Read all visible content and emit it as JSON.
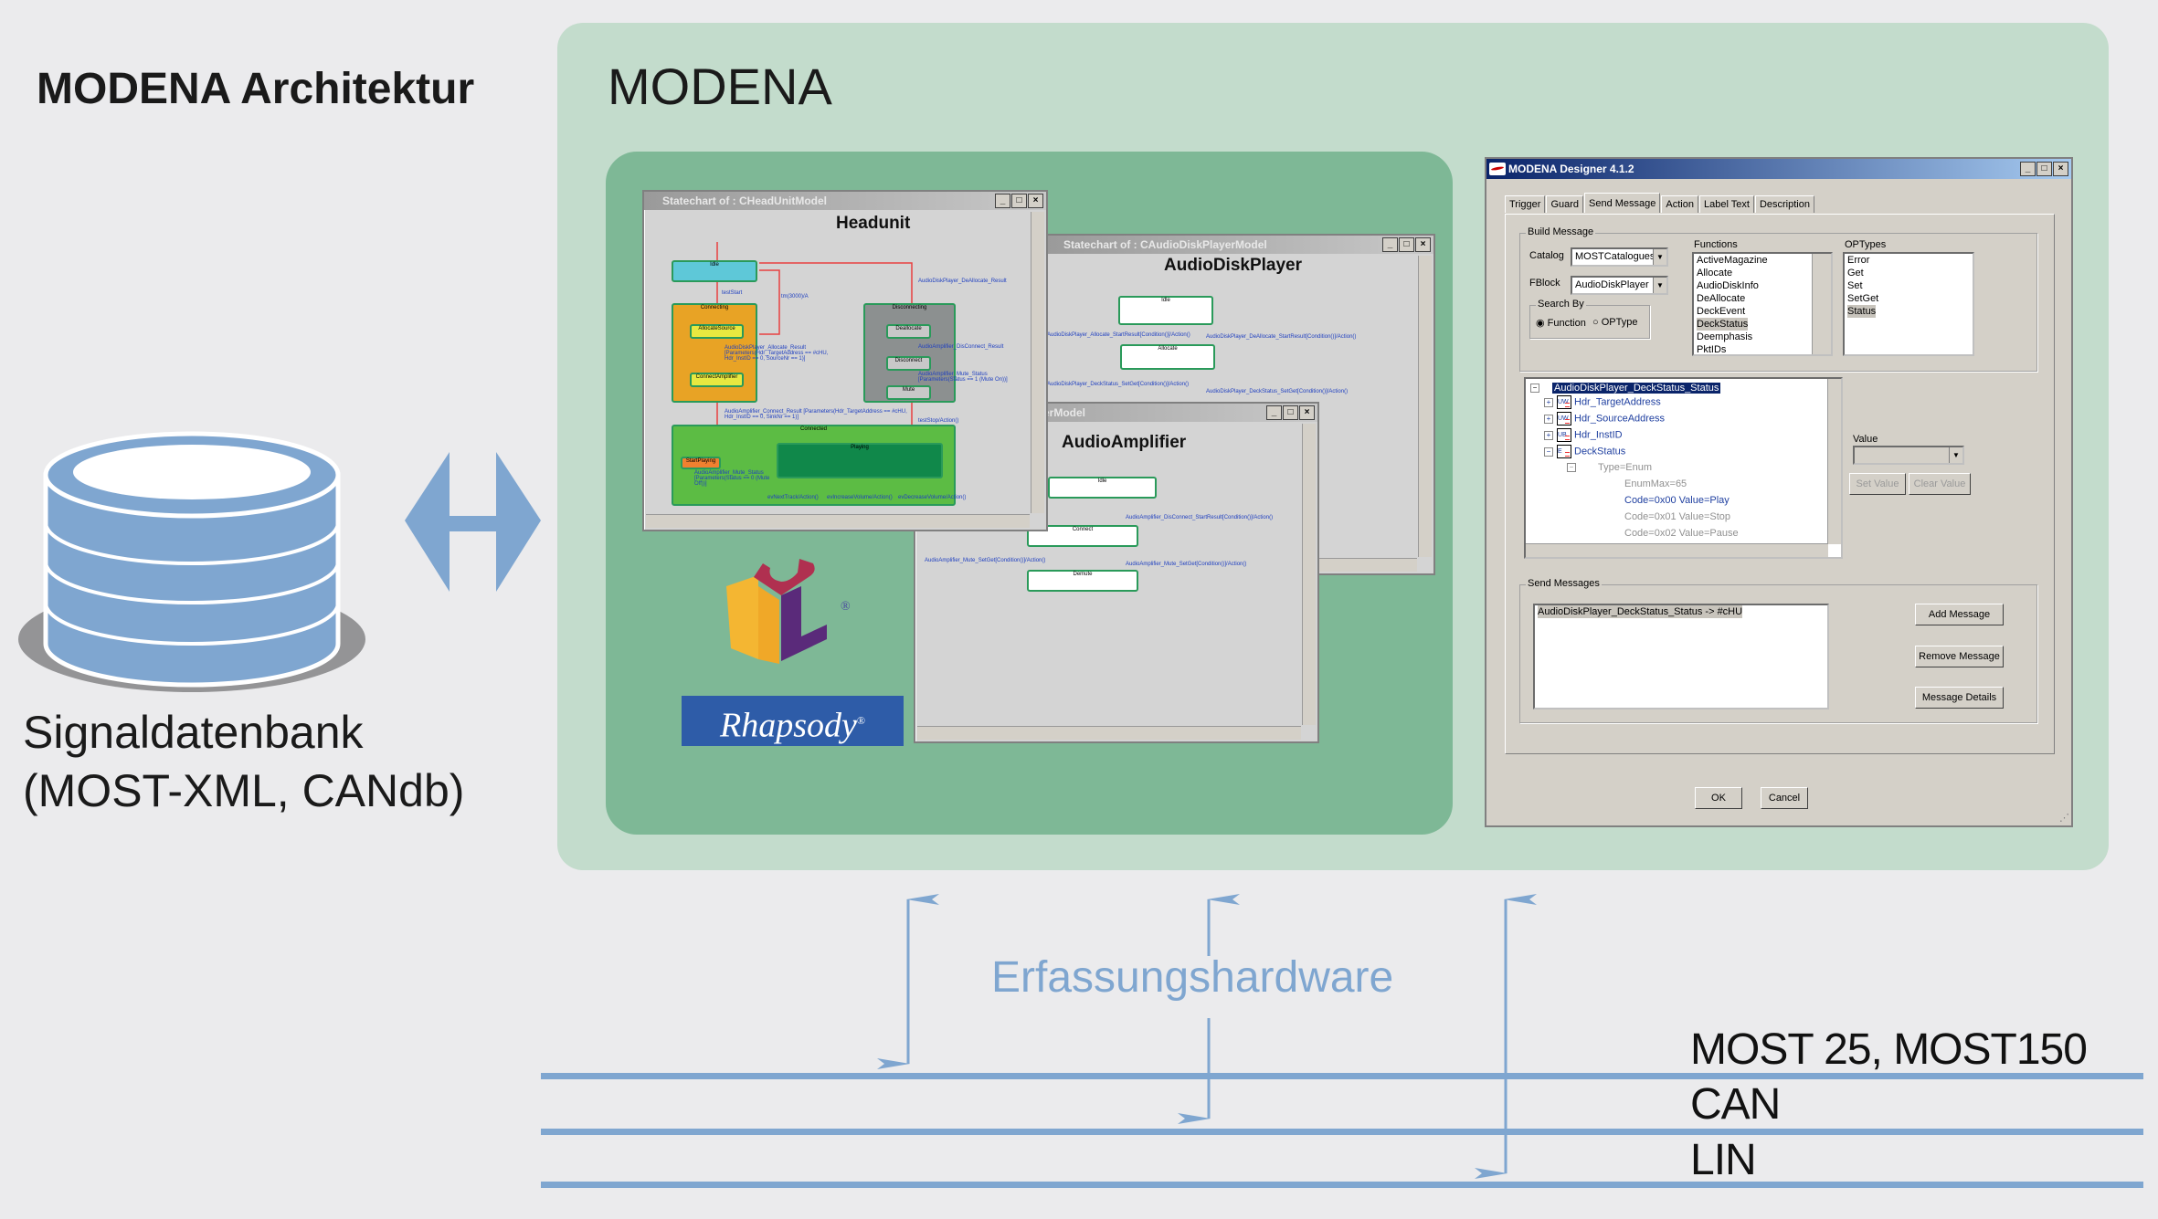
{
  "page": {
    "title": "MODENA Architektur",
    "database": {
      "icon": "database-icon",
      "label_line1": "Signaldatenbank",
      "label_line2": "(MOST-XML, CANdb)"
    },
    "exchange_arrow_icon": "double-arrow-horizontal-icon",
    "modena_panel_title": "MODENA",
    "colors": {
      "background": "#ebebed",
      "modena_panel": "#c3dccc",
      "rhapsody_panel": "#7eb896",
      "accent_blue": "#7fa6d0",
      "db_gray": "#949496"
    }
  },
  "statecharts": {
    "headunit": {
      "window_title": "Statechart of : CHeadUnitModel",
      "chart_title": "Headunit",
      "states": [
        "Idle",
        "Connecting",
        "AllocateSource",
        "ConnectAmplifier",
        "Disconnecting",
        "Deallocate",
        "Disconnect",
        "Mute",
        "Connected",
        "StartPlaying",
        "Playing"
      ],
      "transitions": [
        "testStart",
        "tm(3000)/A",
        "AudioDiskPlayer_DeAllocate_Result",
        "AudioDiskPlayer_Allocate_Result [Parameters(Hdr_TargetAddress == #cHU, Hdr_InstID == 0, SourceNr == 1)]",
        "AudioAmplifier_DisConnect_Result",
        "AudioAmplifier_Mute_Status [Parameters(Status == 1 (Mute On))]",
        "AudioAmplifier_Connect_Result [Parameters(Hdr_TargetAddress == #cHU, Hdr_InstID == 0, SinkNr == 1)]",
        "testStop/Action()",
        "AudioAmplifier_Mute_Status [Parameters(Status == 0 (Mute Off))]",
        "evNextTrack/Action()",
        "evIncreaseVolume/Action()",
        "evDecreaseVolume/Action()"
      ]
    },
    "audiodiskplayer": {
      "window_title": "Statechart of : CAudioDiskPlayerModel",
      "chart_title": "AudioDiskPlayer",
      "states": [
        "Idle",
        "Allocate"
      ],
      "transitions": [
        "AudioDiskPlayer_Allocate_StartResult[Condition()]/Action()",
        "AudioDiskPlayer_DeAllocate_StartResult[Condition()]/Action()",
        "AudioDiskPlayer_DeckStatus_SetGet[Condition()]/Action()",
        "AudioDiskPlayer_DeckStatus_SetGet[Condition()]/Action()"
      ]
    },
    "audioamplifier": {
      "window_title": "erModel",
      "chart_title": "AudioAmplifier",
      "states": [
        "Idle",
        "Connect",
        "Demute"
      ],
      "transitions": [
        "AudioAmplifier_DisConnect_StartResult[Condition()]/Action()",
        "AudioAmplifier_Mute_SetGet[Condition()]/Action()",
        "AudioAmplifier_Mute_SetGet[Condition()]/Action()"
      ]
    }
  },
  "logos": {
    "uml": "UML",
    "uml_registered": "®",
    "rhapsody": "Rhapsody",
    "rhapsody_registered": "®"
  },
  "designer": {
    "window_title": "MODENA Designer 4.1.2",
    "window_buttons": [
      "_",
      "□",
      "X"
    ],
    "tabs": [
      {
        "label": "Trigger",
        "active": false
      },
      {
        "label": "Guard",
        "active": false
      },
      {
        "label": "Send Message",
        "active": true
      },
      {
        "label": "Action",
        "active": false
      },
      {
        "label": "Label Text",
        "active": false
      },
      {
        "label": "Description",
        "active": false
      }
    ],
    "build_message": {
      "group_label": "Build Message",
      "catalog_label": "Catalog",
      "catalog_value": "MOSTCatalogues",
      "fblock_label": "FBlock",
      "fblock_value": "AudioDiskPlayer",
      "search_by_label": "Search By",
      "search_by_options": [
        {
          "label": "Function",
          "selected": true
        },
        {
          "label": "OPType",
          "selected": false
        }
      ],
      "functions_label": "Functions",
      "functions": [
        "ActiveMagazine",
        "Allocate",
        "AudioDiskInfo",
        "DeAllocate",
        "DeckEvent",
        "DeckStatus",
        "Deemphasis",
        "PktIDs"
      ],
      "functions_selected": "DeckStatus",
      "optypes_label": "OPTypes",
      "optypes": [
        "Error",
        "Get",
        "Set",
        "SetGet",
        "Status"
      ],
      "optypes_selected": "Status"
    },
    "tree": {
      "root": "AudioDiskPlayer_DeckStatus_Status",
      "nodes": [
        {
          "icon": "UW",
          "label": "Hdr_TargetAddress"
        },
        {
          "icon": "UW",
          "label": "Hdr_SourceAddress"
        },
        {
          "icon": "UB",
          "label": "Hdr_InstID"
        },
        {
          "icon": "E",
          "label": "DeckStatus"
        }
      ],
      "type_label": "Type=Enum",
      "enum_items": [
        {
          "label": "EnumMax=65",
          "highlight": false
        },
        {
          "label": "Code=0x00 Value=Play",
          "highlight": true
        },
        {
          "label": "Code=0x01 Value=Stop",
          "highlight": false
        },
        {
          "label": "Code=0x02 Value=Pause",
          "highlight": false
        }
      ]
    },
    "value": {
      "label": "Value",
      "current": "",
      "set_button": "Set Value",
      "clear_button": "Clear Value"
    },
    "send_messages": {
      "group_label": "Send Messages",
      "items": [
        "AudioDiskPlayer_DeckStatus_Status -> #cHU"
      ],
      "add_button": "Add Message",
      "remove_button": "Remove Message",
      "details_button": "Message Details"
    },
    "ok_button": "OK",
    "cancel_button": "Cancel"
  },
  "bus": {
    "hardware_label": "Erfassungshardware",
    "lines": [
      "MOST 25, MOST150",
      "CAN",
      "LIN"
    ]
  }
}
